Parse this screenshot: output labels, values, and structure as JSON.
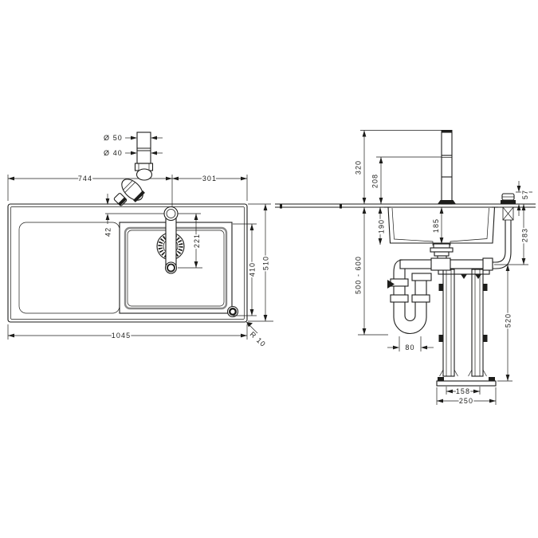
{
  "page": {
    "background": "#ffffff",
    "line_color": "#1d1d1b"
  },
  "plan_view": {
    "labels": {
      "tap_hole_upper_diameter": "Ø 50",
      "tap_hole_lower_diameter": "Ø 40",
      "edge_to_tap_center": "744",
      "tap_center_to_edge": "301",
      "tap_center_offset": "42",
      "spout_reach": "221",
      "inner_length": "410",
      "overall_depth": "510",
      "overall_width": "1045",
      "corner_radius": "R 10"
    }
  },
  "section_view": {
    "labels": {
      "spout_height": "320",
      "spout_outlet_height": "208",
      "knob_height": "57",
      "bowl_depth": "190",
      "bowl_depth_at_drain": "185",
      "under_counter_depth": "283",
      "trap_height_range": "500 - 600",
      "frame_height": "520",
      "trap_offset": "80",
      "frame_foot_spacing": "158",
      "base_plate_width": "250"
    }
  }
}
